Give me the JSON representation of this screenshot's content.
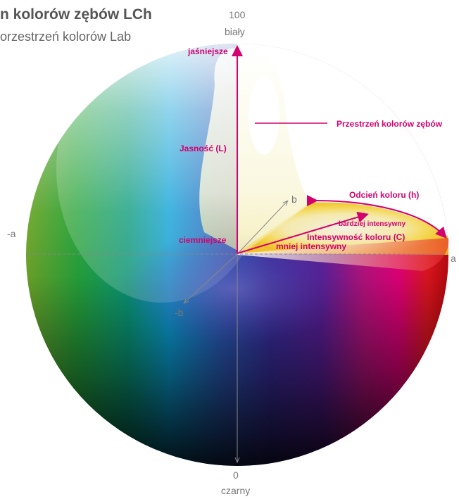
{
  "title": "n kolorów zębów LCh",
  "subtitle": "orzestrzeń kolorów Lab",
  "axis": {
    "top_value": "100",
    "top_label": "biały",
    "bottom_value": "0",
    "bottom_label": "czarny",
    "neg_a": "-a",
    "pos_a": "a",
    "pos_b": "b",
    "neg_b": "-b"
  },
  "labels": {
    "brighter": "jaśniejsze",
    "lightness": "Jasność (L)",
    "darker": "ciemniejsze",
    "tooth_space": "Przestrzeń kolorów zębów",
    "hue": "Odcień koloru (h)",
    "more_intense": "bardziej intensywny",
    "chroma": "Intensywność koloru (C)",
    "less_intense": "mniej intensywny"
  },
  "colors": {
    "accent": "#d4006e",
    "axis": "#888888"
  }
}
